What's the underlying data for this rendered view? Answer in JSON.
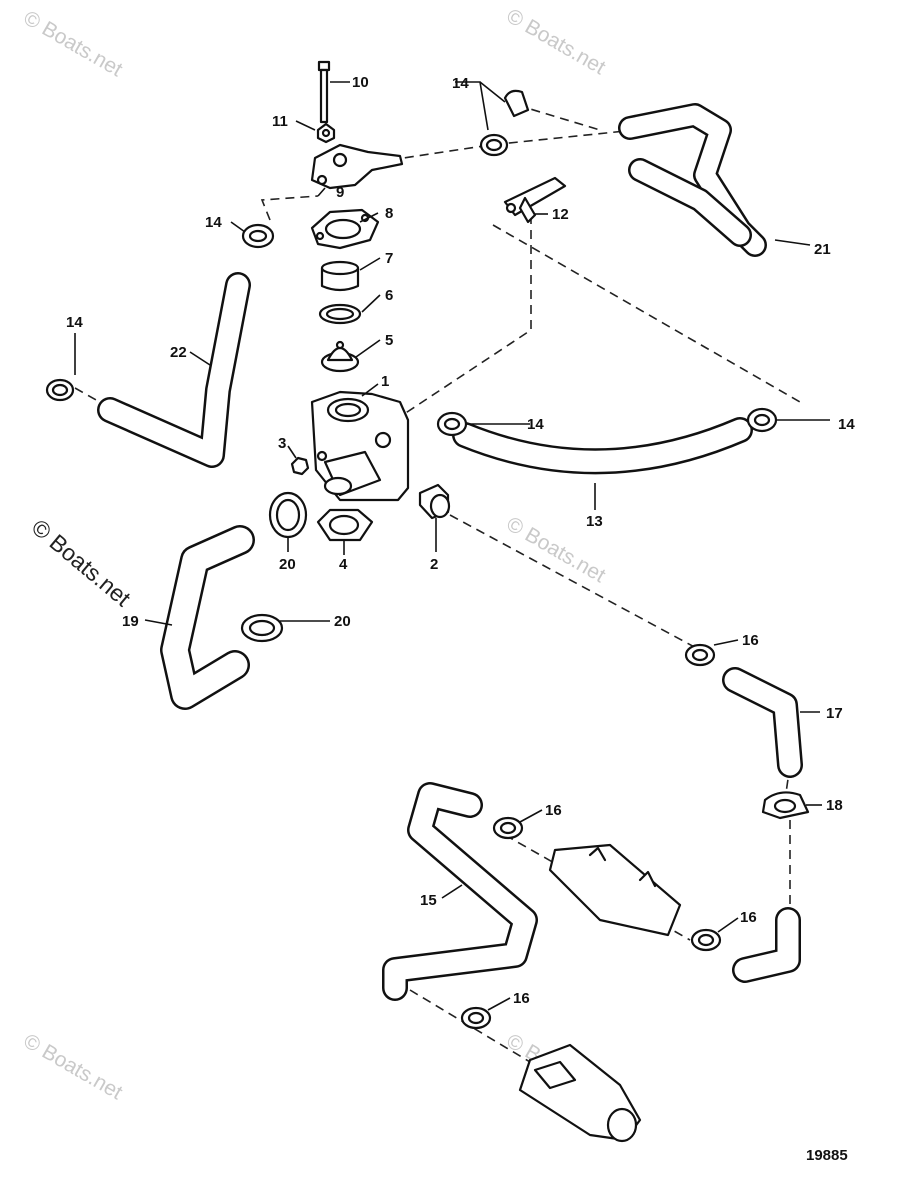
{
  "watermark": {
    "text": "© Boats.net"
  },
  "diagram_ref": "19885",
  "callouts": {
    "c1": "1",
    "c2": "2",
    "c3": "3",
    "c4": "4",
    "c5": "5",
    "c6": "6",
    "c7": "7",
    "c8": "8",
    "c9": "9",
    "c10": "10",
    "c11": "11",
    "c12": "12",
    "c13": "13",
    "c14a": "14",
    "c14b": "14",
    "c14c": "14",
    "c14d": "14",
    "c14e": "14",
    "c15": "15",
    "c16a": "16",
    "c16b": "16",
    "c16c": "16",
    "c16d": "16",
    "c17": "17",
    "c18": "18",
    "c19": "19",
    "c20a": "20",
    "c20b": "20",
    "c21": "21",
    "c22": "22"
  }
}
